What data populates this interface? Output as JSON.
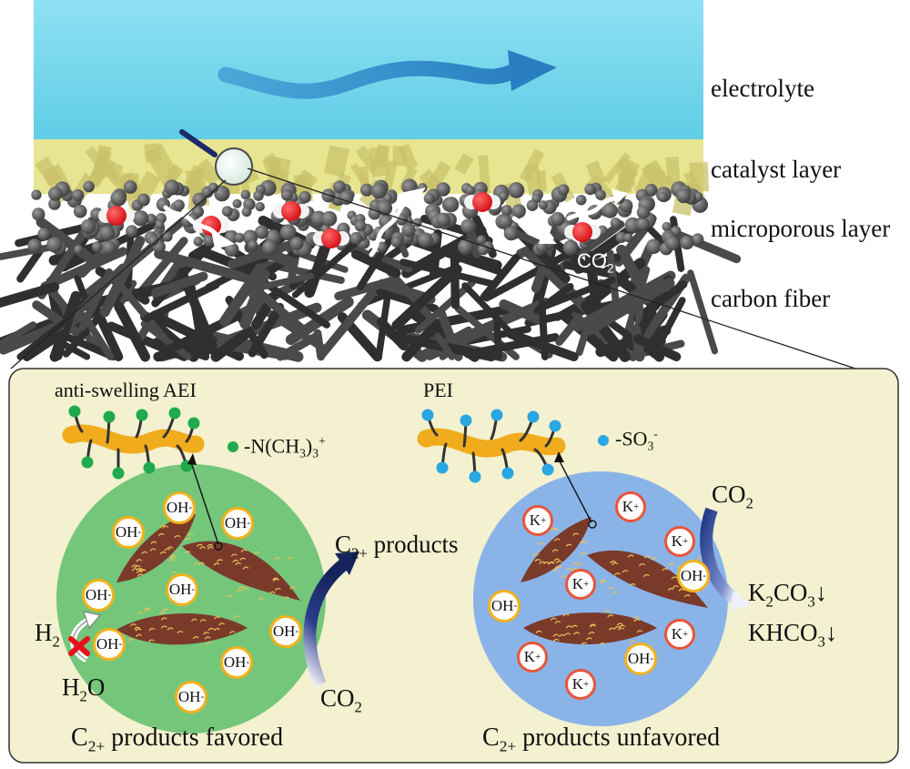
{
  "layers": {
    "electrolyte": "electrolyte",
    "catalyst": "catalyst layer",
    "microporous": "microporous layer",
    "carbon": "carbon fiber"
  },
  "top_co2": {
    "main": "CO",
    "sub": "2"
  },
  "left_panel": {
    "ionomer_label": "anti-swelling AEI",
    "group_label": {
      "main": "-N(CH",
      "sub": "3",
      "tail": ")",
      "sub2": "3",
      "sup": "+"
    },
    "group_color": "#1faa4e",
    "ion_label": "OH",
    "ion_sup": "-",
    "products_label": {
      "c": "C",
      "sub": "2+",
      "rest": " products"
    },
    "co2_label": {
      "main": "CO",
      "sub": "2"
    },
    "h2_label": {
      "main": "H",
      "sub": "2"
    },
    "h2o_label": {
      "main": "H",
      "sub": "2",
      "tail": "O"
    },
    "caption": {
      "c": "C",
      "sub": "2+",
      "rest": " products favored"
    },
    "circle_color": "#74c67a"
  },
  "right_panel": {
    "ionomer_label": "PEI",
    "group_label": {
      "main": "-SO",
      "sub": "3",
      "sup": "-"
    },
    "group_color": "#2aa6e3",
    "k_label": "K",
    "k_sup": "+",
    "ion_label": "OH",
    "ion_sup": "-",
    "co2_label": {
      "main": "CO",
      "sub": "2"
    },
    "k2co3": {
      "a": "K",
      "sub": "2",
      "b": "CO",
      "sub2": "3",
      "arrow": "↓"
    },
    "khco3": {
      "a": "KHCO",
      "sub": "3",
      "arrow": "↓"
    },
    "caption": {
      "c": "C",
      "sub": "2+",
      "rest": " products unfavored"
    },
    "circle_color": "#8ab4e8"
  },
  "colors": {
    "electrolyte": "#7fd8ee",
    "catalyst": "#e6e48c",
    "panel_bg": "#f3f1cf",
    "fiber": "#3a3a3a",
    "ionomer": "#f0ac1c",
    "oh_ring": "#f2b21b",
    "k_ring": "#e8553a"
  }
}
